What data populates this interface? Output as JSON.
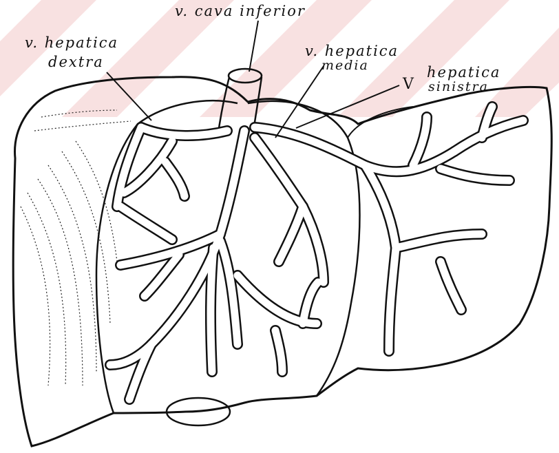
{
  "labels": {
    "vena_cava": "v. cava inferior",
    "hepatica_dextra_1": "v. hepatica",
    "hepatica_dextra_2": "dextra",
    "hepatica_media_1": "v. hepatica",
    "hepatica_media_2": "media",
    "v": "V",
    "hepatica_sinistra_1": "hepatica",
    "hepatica_sinistra_2": "sinistra"
  },
  "colors": {
    "ink": "#111111",
    "paper": "#ffffff",
    "watermark": "#e8b2b2"
  },
  "icons": {
    "organ": "liver-outline",
    "vessels": "hepatic-vein-tree"
  }
}
